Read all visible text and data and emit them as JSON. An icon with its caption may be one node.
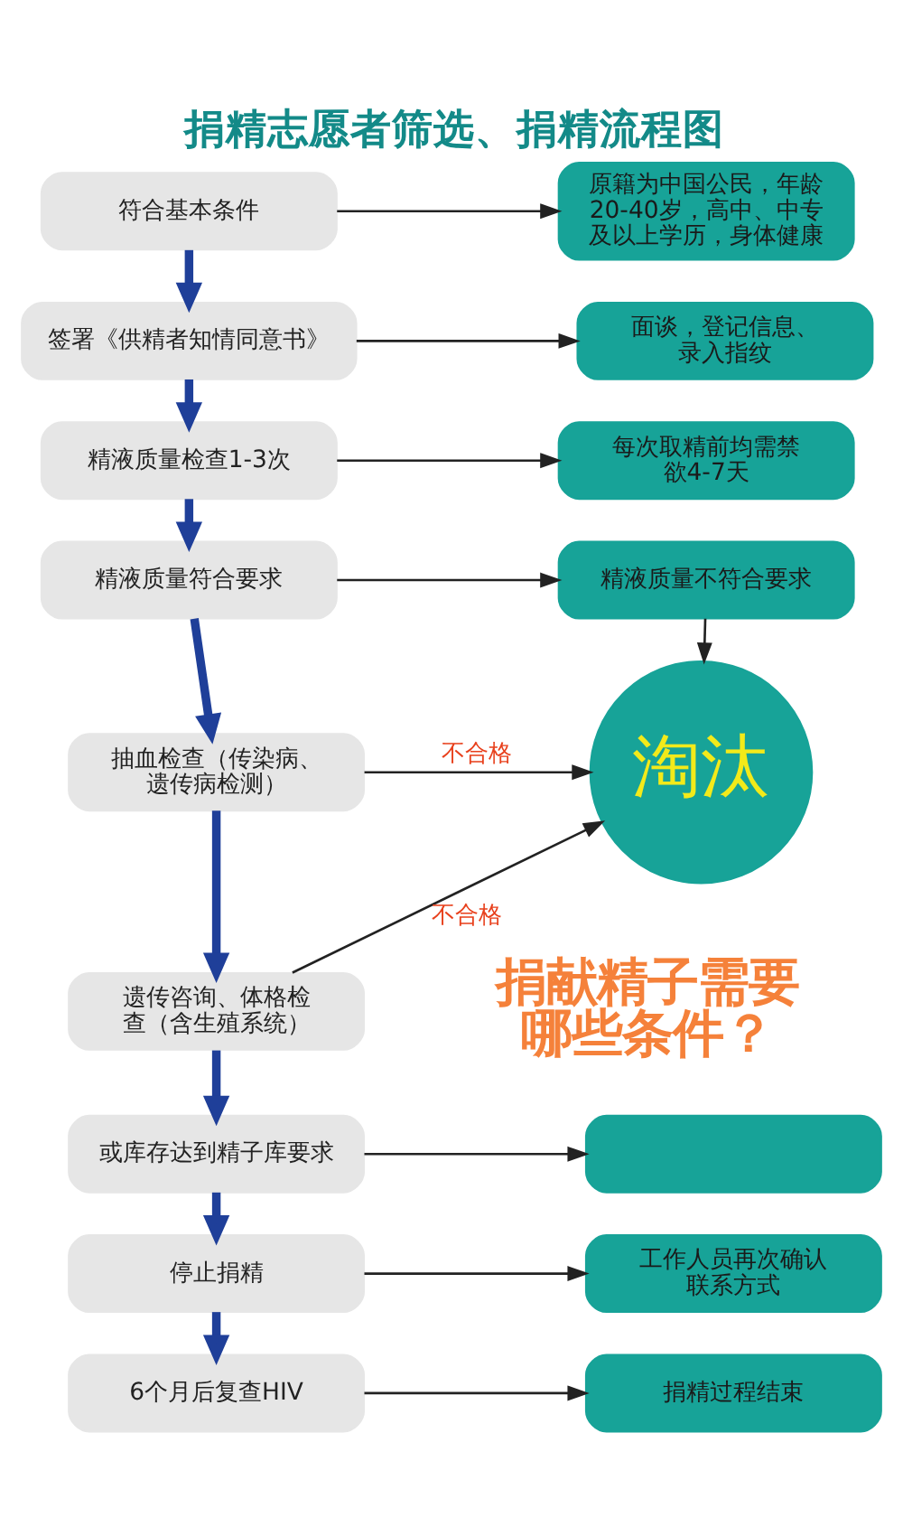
{
  "diagram": {
    "title": "捐精志愿者筛选、捐精流程图",
    "nodes": [
      {
        "text": [
          "符合基本条件"
        ]
      },
      {
        "text": [
          "原籍为中国公民，年龄20-40岁，高中、中专及以上学历，身体健康"
        ]
      },
      {
        "text": [
          "签署《供精者知情同意书》"
        ]
      },
      {
        "text": [
          "面谈，登记信息、录入指纹"
        ]
      },
      {
        "text": [
          "精液质量检查1-3次"
        ]
      },
      {
        "text": [
          "每次取精前均需禁欲4-7天"
        ]
      },
      {
        "text": [
          "精液质量符合要求"
        ]
      },
      {
        "text": [
          "精液质量不符合要求"
        ]
      },
      {
        "text": [
          "抽血检查（传染病、遗传病检测）"
        ]
      },
      {
        "text": [
          "淘汰"
        ]
      },
      {
        "text": [
          "遗传咨询、体格检查（含生殖系统）"
        ]
      },
      {
        "text": [
          "或库存达到精子库要求"
        ]
      },
      {
        "text": [],
        "shape": "box"
      },
      {
        "text": [
          "停止捐精"
        ]
      },
      {
        "text": [
          "工作人员再次确认联系方式"
        ]
      },
      {
        "text": [
          "6个月后复查HIV"
        ]
      },
      {
        "text": [
          "捐精过程结束"
        ]
      }
    ],
    "edges": [
      {
        "from": 0,
        "to": 1,
        "arrow": "to"
      },
      {
        "from": 0,
        "to": 2,
        "arrow": "to",
        "style": "thick",
        "color": "#1f3f99"
      },
      {
        "from": 2,
        "to": 3,
        "arrow": "to"
      },
      {
        "from": 2,
        "to": 4,
        "arrow": "to",
        "style": "thick",
        "color": "#1f3f99"
      },
      {
        "from": 4,
        "to": 5,
        "arrow": "to"
      },
      {
        "from": 4,
        "to": 6,
        "arrow": "to",
        "style": "thick",
        "color": "#1f3f99"
      },
      {
        "from": 6,
        "to": 7,
        "arrow": "to"
      },
      {
        "from": 6,
        "to": 8,
        "arrow": "to",
        "style": "thick",
        "color": "#1f3f99"
      },
      {
        "from": 7,
        "to": 9,
        "arrow": "to"
      },
      {
        "from": 8,
        "to": 9,
        "arrow": "to",
        "label": "不合格"
      },
      {
        "from": 8,
        "to": 10,
        "arrow": "to",
        "style": "thick",
        "color": "#1f3f99"
      },
      {
        "from": 10,
        "to": 9,
        "arrow": "to",
        "label": "不合格"
      },
      {
        "from": 10,
        "to": 11,
        "arrow": "to",
        "style": "thick",
        "color": "#1f3f99"
      },
      {
        "from": 11,
        "to": 12,
        "arrow": "to"
      },
      {
        "from": 11,
        "to": 13,
        "arrow": "to",
        "style": "thick",
        "color": "#1f3f99"
      },
      {
        "from": 13,
        "to": 14,
        "arrow": "to"
      },
      {
        "from": 13,
        "to": 15,
        "arrow": "to",
        "style": "thick",
        "color": "#1f3f99"
      },
      {
        "from": 15,
        "to": 16,
        "arrow": "to"
      }
    ],
    "labels": [
      "捐献精子需要哪些条件？"
    ]
  }
}
